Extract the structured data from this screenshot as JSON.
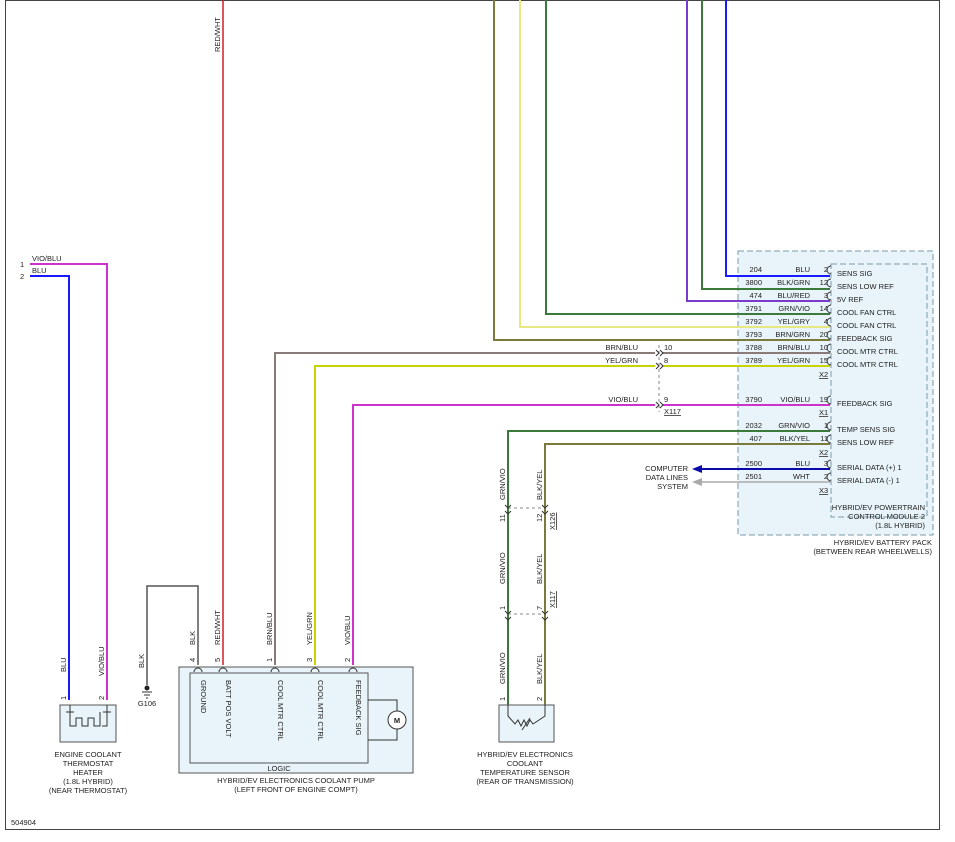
{
  "diagram_id": "504904",
  "colors": {
    "blu": "#1a1aff",
    "vio": "#cc33cc",
    "red": "#cc2222",
    "brn": "#8a7a78",
    "yel": "#c8d400",
    "grn": "#3a7a3a",
    "yelgry": "#e8e880",
    "brngrn": "#7a7a3a",
    "blk": "#333333",
    "navy": "#0a0aaa",
    "purple": "#7a3acc",
    "gray": "#aaaaaa",
    "module_fill": "#e8f4fa",
    "module_border": "#7a9aa8"
  },
  "module": {
    "title_lines": [
      "HYBRID/EV POWERTRAIN",
      "CONTROL MODULE 2",
      "(1.8L HYBRID)"
    ],
    "outer_lines": [
      "HYBRID/EV BATTERY PACK",
      "(BETWEEN REAR WHEELWELLS)"
    ],
    "pins": [
      {
        "circuit": "204",
        "color": "BLU",
        "pin": "2",
        "func": "SENS SIG"
      },
      {
        "circuit": "3800",
        "color": "BLK/GRN",
        "pin": "12",
        "func": "SENS LOW REF"
      },
      {
        "circuit": "474",
        "color": "BLU/RED",
        "pin": "3",
        "func": "5V REF"
      },
      {
        "circuit": "3791",
        "color": "GRN/VIO",
        "pin": "14",
        "func": "COOL FAN CTRL"
      },
      {
        "circuit": "3792",
        "color": "YEL/GRY",
        "pin": "4",
        "func": "COOL FAN CTRL"
      },
      {
        "circuit": "3793",
        "color": "BRN/GRN",
        "pin": "20",
        "func": "FEEDBACK SIG"
      },
      {
        "circuit": "3788",
        "color": "BRN/BLU",
        "pin": "10",
        "func": "COOL MTR CTRL"
      },
      {
        "circuit": "3789",
        "color": "YEL/GRN",
        "pin": "15",
        "func": "COOL MTR CTRL"
      },
      {
        "circuit": "3790",
        "color": "VIO/BLU",
        "pin": "19",
        "func": "FEEDBACK SIG"
      },
      {
        "circuit": "2032",
        "color": "GRN/VIO",
        "pin": "1",
        "func": "TEMP SENS SIG"
      },
      {
        "circuit": "407",
        "color": "BLK/YEL",
        "pin": "11",
        "func": "SENS LOW REF"
      },
      {
        "circuit": "2500",
        "color": "BLU",
        "pin": "3",
        "func": "SERIAL DATA (+) 1"
      },
      {
        "circuit": "2501",
        "color": "WHT",
        "pin": "2",
        "func": "SERIAL DATA (-) 1"
      }
    ],
    "connectors": [
      "X2",
      "X1",
      "X2",
      "X3"
    ]
  },
  "computer_data_lines": [
    "COMPUTER",
    "DATA LINES",
    "SYSTEM"
  ],
  "inline": {
    "brnblu": {
      "label": "BRN/BLU",
      "pin": "10"
    },
    "yelgrn": {
      "label": "YEL/GRN",
      "pin": "8"
    },
    "vioblu": {
      "label": "VIO/BLU",
      "pin": "9"
    },
    "connector": "X117"
  },
  "heater": {
    "wire1_label": "VIO/BLU",
    "wire2_label": "BLU",
    "pin1": "1",
    "pin2": "2",
    "lower_left_label": "BLU",
    "lower_right_label": "VIO/BLU",
    "lines": [
      "ENGINE COOLANT",
      "THERMOSTAT",
      "HEATER",
      "(1.8L HYBRID)",
      "(NEAR THERMOSTAT)"
    ]
  },
  "red_wire_label": "RED/WHT",
  "pump": {
    "logic": "LOGIC",
    "lines": [
      "HYBRID/EV ELECTRONICS COOLANT PUMP",
      "(LEFT FRONT OF ENGINE COMPT)"
    ],
    "motor": "M",
    "pins": [
      {
        "pin": "4",
        "wire": "BLK",
        "func": "GROUND"
      },
      {
        "pin": "5",
        "wire": "RED/WHT",
        "func": "BATT POS VOLT"
      },
      {
        "pin": "1",
        "wire": "BRN/BLU",
        "func": "COOL MTR CTRL"
      },
      {
        "pin": "3",
        "wire": "YEL/GRN",
        "func": "COOL MTR CTRL"
      },
      {
        "pin": "2",
        "wire": "VIO/BLU",
        "func": "FEEDBACK SIG"
      }
    ]
  },
  "ground": {
    "wire": "BLK",
    "name": "G106"
  },
  "sensor": {
    "lines": [
      "HYBRID/EV ELECTRONICS",
      "COOLANT",
      "TEMPERATURE SENSOR",
      "(REAR OF TRANSMISSION)"
    ],
    "grnvio": "GRN/VIO",
    "blkyel": "BLK/YEL",
    "x126": "X126",
    "x117": "X117",
    "pins_top": [
      "11",
      "12"
    ],
    "pins_mid": [
      "1",
      "7"
    ],
    "pins_bot": [
      "1",
      "2"
    ]
  }
}
